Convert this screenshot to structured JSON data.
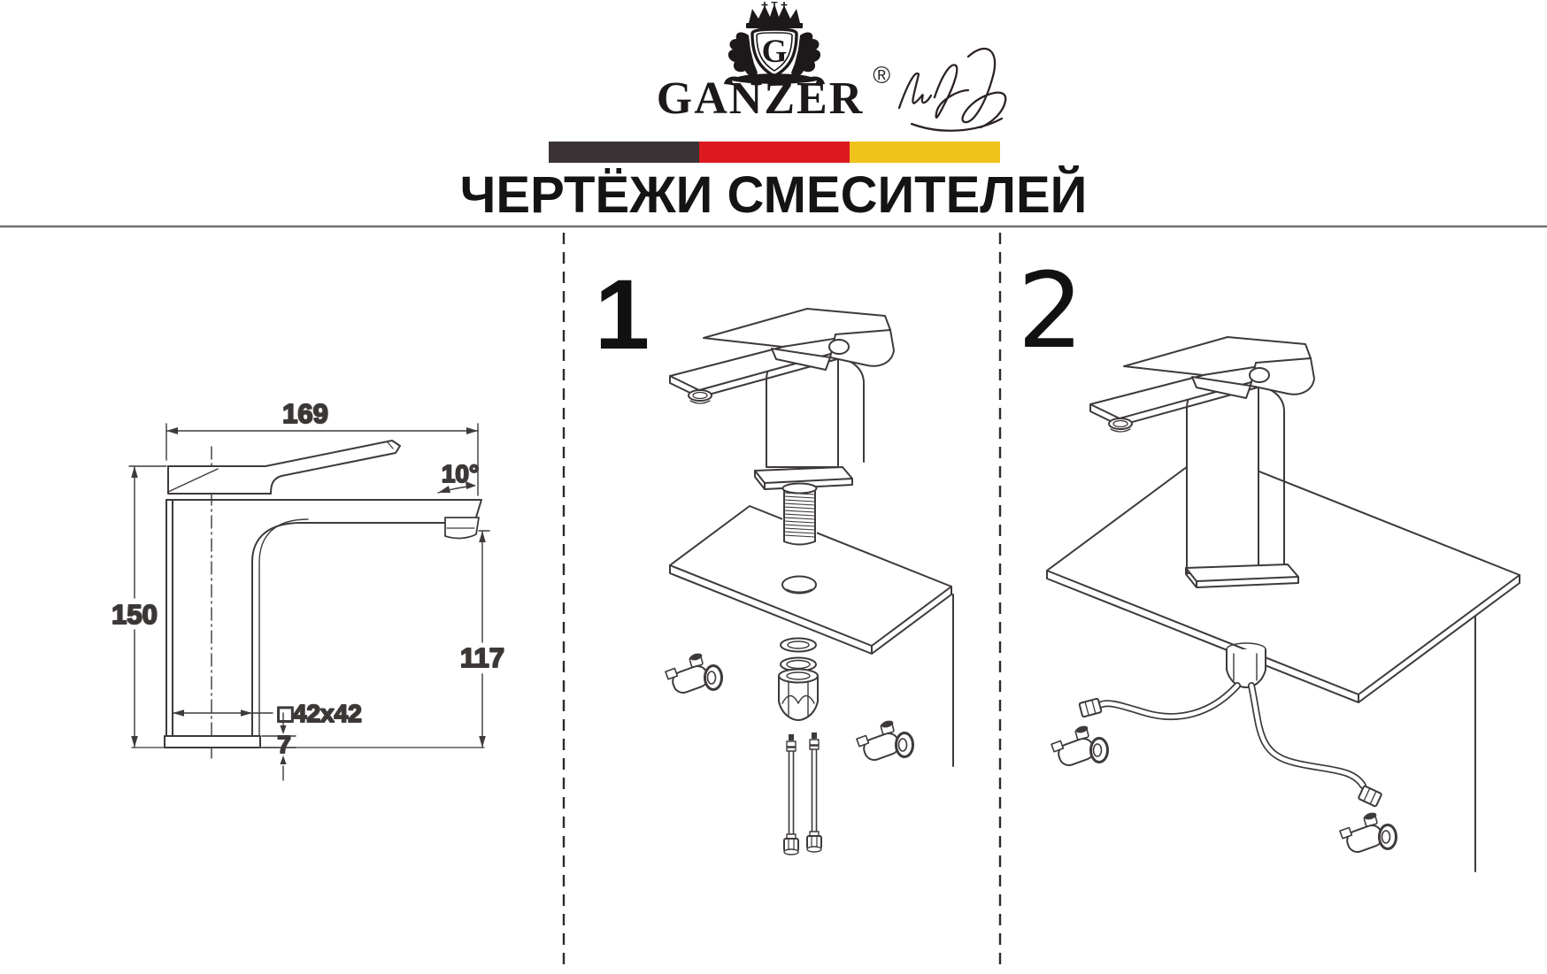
{
  "header": {
    "brand": "GANZER",
    "registered_mark": "®",
    "shield_letter": "G",
    "title": "ЧЕРТЁЖИ СМЕСИТЕЛЕЙ",
    "flag_colors": {
      "dark": "#3A3335",
      "red": "#DE1A21",
      "yellow": "#F0C31C"
    }
  },
  "drawing": {
    "line_color": "#3E3A39",
    "dims": {
      "total_length": "169",
      "spout_angle": "10°",
      "total_height": "150",
      "spout_height": "117",
      "body_section": "□42x42",
      "base_thickness": "7"
    }
  },
  "panels": {
    "exploded": {
      "label": "1"
    },
    "installed": {
      "label": "2"
    }
  }
}
